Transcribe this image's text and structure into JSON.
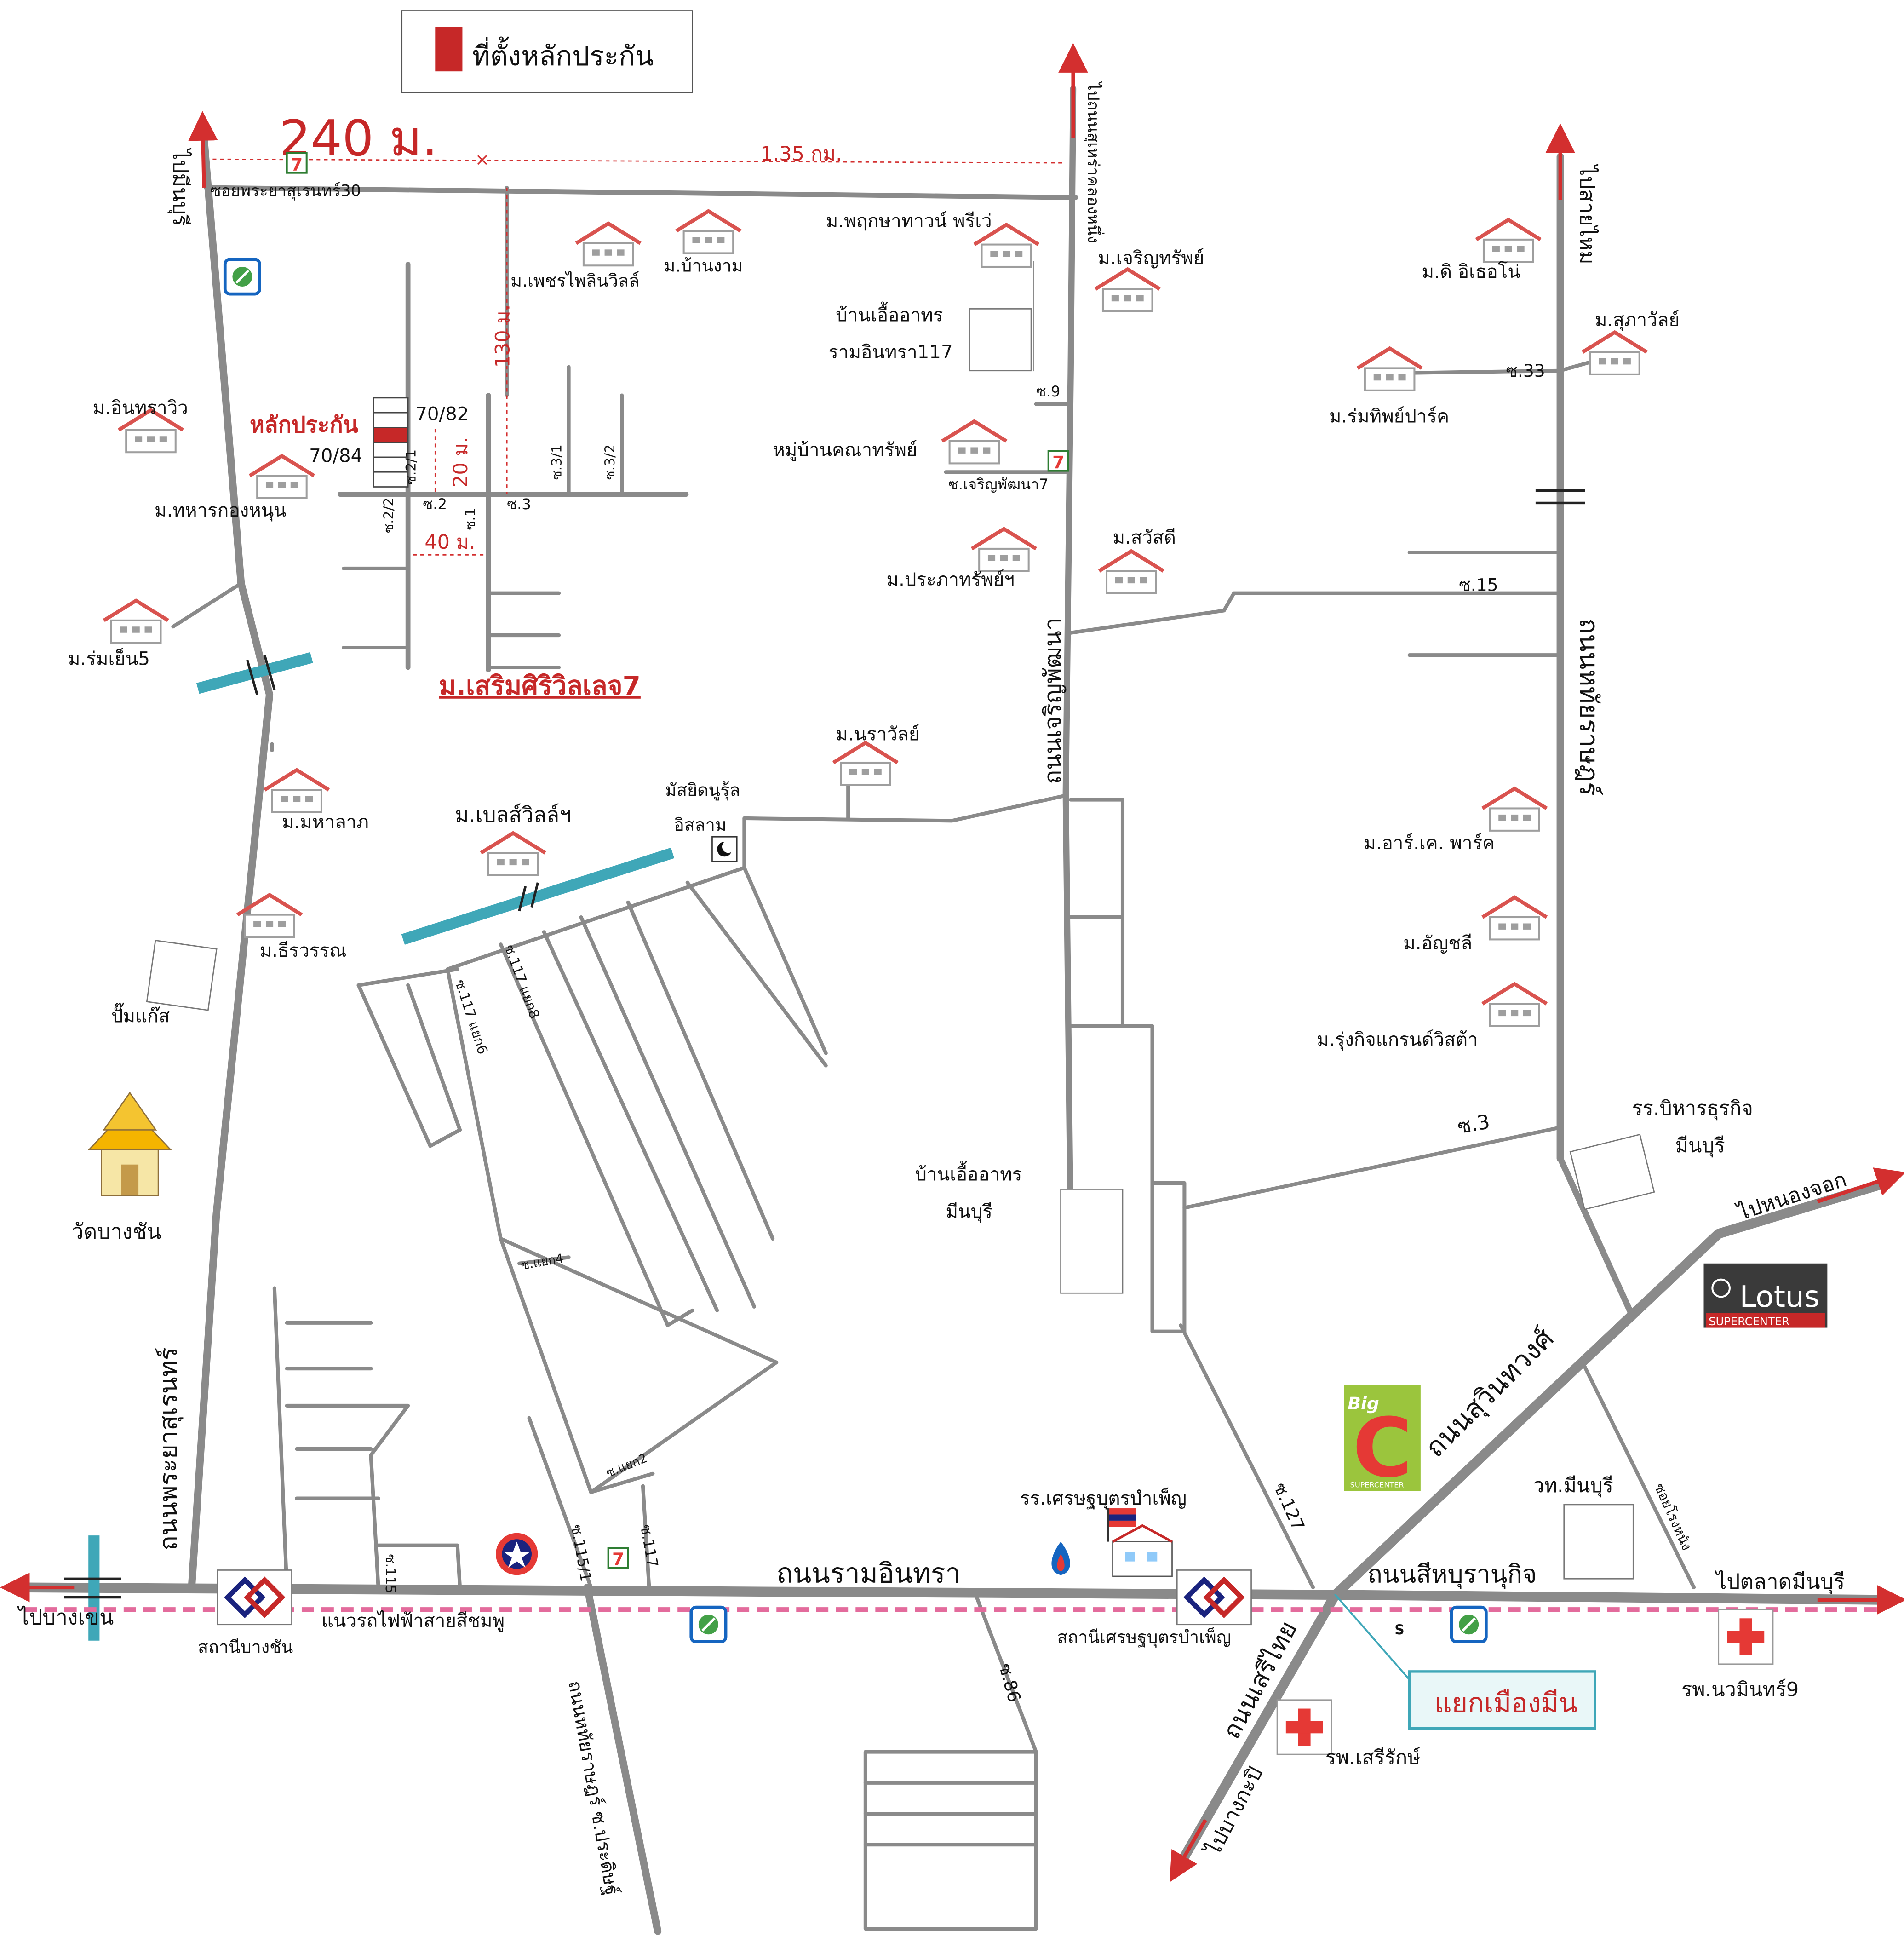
{
  "legend": {
    "label": "ที่ตั้งหลักประกัน",
    "swatch_color": "#c62828"
  },
  "colors": {
    "road": "#8a8a8a",
    "arrow": "#d32f2f",
    "canal": "#3fa7b8",
    "rail": "#e36b9c",
    "house_roof": "#d9534f",
    "dim": "#d32f2f"
  },
  "directions": {
    "to_minburi_north": "ไปมีนบุรี",
    "to_kratai_north": "ไปถนนสุเหร่าคลองหนึ่ง",
    "to_saimai": "ไปสายไหม",
    "to_bang_khen": "ไปบางเขน",
    "to_nong_chok": "ไปหนองจอก",
    "to_minburi_market": "ไปตลาดมีนบุรี",
    "to_bang_kapi": "ไปบางกะปิ"
  },
  "distances": {
    "d240": "240 ม.",
    "d135": "1.35 กม.",
    "d130": "130 ม.",
    "d20": "20 ม.",
    "d40": "40 ม."
  },
  "roads": {
    "phraya_suren": "ถนนพระยาสุเรนทร์",
    "ramintra": "ถนนรามอินทรา",
    "charoen_phatthana": "ถนนเจริญพัฒนา",
    "hathairat": "ถนนหทัยราษฎร์",
    "suwinthawong": "ถนนสุวินทวงศ์",
    "seehaburanukit": "ถนนสีหบุรานุกิจ",
    "serithai": "ถนนเสรีไทย",
    "hathairat_bottom": "ถนนหทัยราษฎร์ ซ.ประดิษฐ์"
  },
  "sois": {
    "soi_phraya30": "ซอยพระยาสุเรนทร์30",
    "s2": "ซ.2",
    "s1": "ซ.1",
    "s3": "ซ.3",
    "s21": "ซ.2/1",
    "s22": "ซ.2/2",
    "s31": "ซ.3/1",
    "s32": "ซ.3/2",
    "s9": "ซ.9",
    "charoen7": "ซ.เจริญพัฒนา7",
    "s33": "ซ.33",
    "s15": "ซ.15",
    "s3b": "ซ.3",
    "s117_6": "ซ.117 แยก6",
    "s117_8": "ซ.117 แยก8",
    "s_yaek4": "ซ.แยก4",
    "s_yaek2": "ซ.แยก2",
    "s115": "ซ.115",
    "s115_1": "ซ.115/1",
    "s117": "ซ.117",
    "s127": "ซ.127",
    "s86": "ซ.86",
    "rongnang": "ซอยโรงหนัง"
  },
  "plots": {
    "p7082": "70/82",
    "p7084": "70/84",
    "collateral": "หลักประกัน"
  },
  "villages": {
    "phet_phailin": "ม.เพชรไพลินวิลล์",
    "ban_ngam": "ม.บ้านงาม",
    "pruksa": "ม.พฤกษาทาวน์ พรีเว่",
    "charoen_sap": "ม.เจริญทรัพย์",
    "inthra_wiw": "ม.อินทราวิว",
    "thahan": "ม.ทหารกองหนุน",
    "romyen5": "ม.ร่มเย็น5",
    "serm_siri": "ม.เสริมศิริวิลเลจ7",
    "khanat_sap": "หมู่บ้านคณาทรัพย์",
    "prapha": "ม.ประภาทรัพย์ฯ",
    "sawat": "ม.สวัสดี",
    "di_ithorno": "ม.ดิ อิเธอโน่",
    "suphawan": "ม.สุภาวัลย์",
    "romthip": "ม.ร่มทิพย์ปาร์ค",
    "narawan": "ม.นราวัลย์",
    "mahalap": "ม.มหาลาภ",
    "bliss": "ม.เบลส์วิลล์ฯ",
    "thirawan": "ม.ธีรวรรณ",
    "rk_park": "ม.อาร์.เค. พาร์ค",
    "anchali": "ม.อัญชลี",
    "rungkit": "ม.รุ่งกิจแกรนด์วิสต้า"
  },
  "places": {
    "baan_uea_ramintra_l1": "บ้านเอื้ออาทร",
    "baan_uea_ramintra_l2": "รามอินทรา117",
    "baan_uea_minburi_l1": "บ้านเอื้ออาทร",
    "baan_uea_minburi_l2": "มีนบุรี",
    "mosque_l1": "มัสยิดนูรุ้ล",
    "mosque_l2": "อิสลาม",
    "gas_pump": "ปั๊มแก๊ส",
    "wat_bang_chan": "วัดบางชัน",
    "school_business_l1": "รร.บิหารธุรกิจ",
    "school_business_l2": "มีนบุรี",
    "lotus_main": "Lotus",
    "lotus_sub": "SUPERCENTER",
    "bigc_big": "Big",
    "bigc_c": "C",
    "bigc_sub": "SUPERCENTER",
    "school_setthabut": "รร.เศรษฐบุตรบำเพ็ญ",
    "college_minburi": "วท.มีนบุรี",
    "station_bang_chan": "สถานีบางชัน",
    "pink_line": "แนวรถไฟฟ้าสายสีชมพู",
    "station_setthabut": "สถานีเศรษฐบุตรบำเพ็ญ",
    "yaek_muang_min": "แยกเมืองมีน",
    "hosp_serirak": "รพ.เสรีรักษ์",
    "hosp_nawamin9": "รพ.นวมินทร์9",
    "seven_eleven": "7"
  }
}
